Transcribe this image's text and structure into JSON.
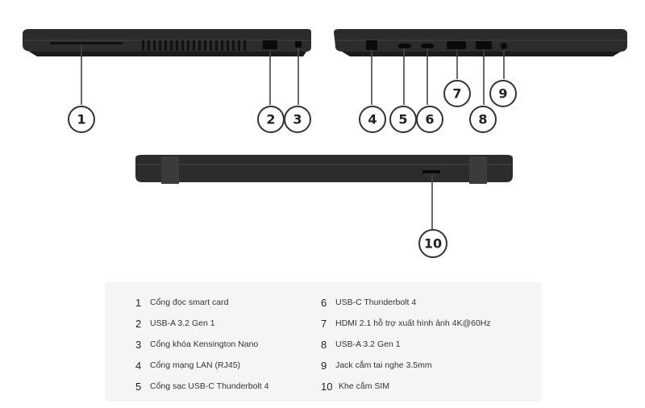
{
  "colors": {
    "laptop_body": "#2b2c2e",
    "laptop_dark": "#141516",
    "port": "#0a0a0a",
    "callout_stroke": "#333333",
    "legend_bg": "#f5f5f5"
  },
  "callouts": [
    "1",
    "2",
    "3",
    "4",
    "5",
    "6",
    "7",
    "8",
    "9",
    "10"
  ],
  "legend": {
    "left": [
      {
        "num": "1",
        "label": "Cổng đọc smart card"
      },
      {
        "num": "2",
        "label": "USB-A 3.2 Gen 1"
      },
      {
        "num": "3",
        "label": "Cổng khóa Kensington Nano"
      },
      {
        "num": "4",
        "label": "Cổng mạng LAN (RJ45)"
      },
      {
        "num": "5",
        "label": "Cổng sạc USB-C Thunderbolt 4"
      }
    ],
    "right": [
      {
        "num": "6",
        "label": "USB-C Thunderbolt 4"
      },
      {
        "num": "7",
        "label": "HDMI 2.1 hỗ trợ xuất hình ảnh 4K@60Hz"
      },
      {
        "num": "8",
        "label": "USB-A 3.2 Gen 1"
      },
      {
        "num": "9",
        "label": "Jack cắm tai nghe 3.5mm"
      },
      {
        "num": "10",
        "label": "Khe cắm SIM"
      }
    ]
  }
}
